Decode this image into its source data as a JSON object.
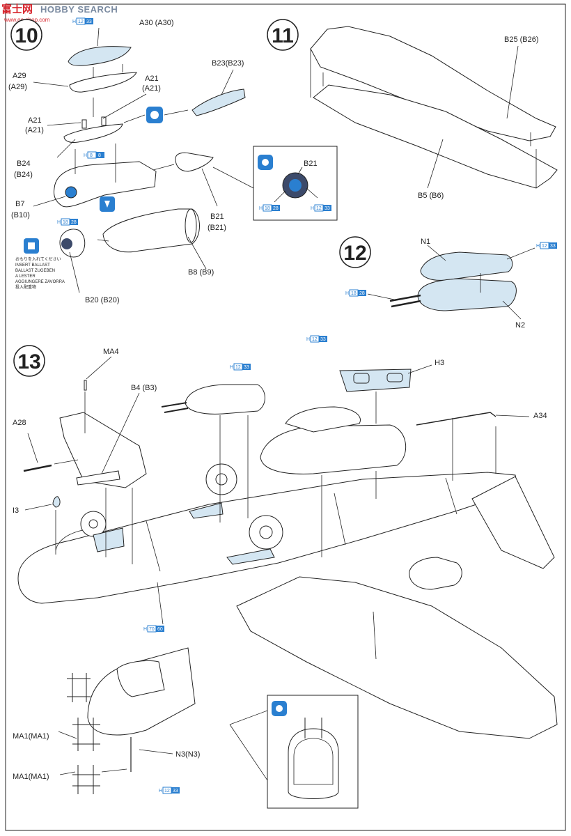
{
  "watermark": {
    "brand": "HOBBY SEARCH",
    "cn": "富士网",
    "url": "www.go-shop.com"
  },
  "steps": {
    "s10": "10",
    "s11": "11",
    "s12": "12",
    "s13": "13"
  },
  "labels": {
    "a30": "A30 (A30)",
    "a29": "A29",
    "a29b": "(A29)",
    "a21a": "A21",
    "a21a_b": "(A21)",
    "a21b": "A21",
    "a21b_b": "(A21)",
    "b23": "B23(B23)",
    "b24": "B24",
    "b24b": "(B24)",
    "b7": "B7",
    "b7b": "(B10)",
    "b21": "B21",
    "b21b": "(B21)",
    "b21c": "B21",
    "b8": "B8 (B9)",
    "b20": "B20 (B20)",
    "b25": "B25 (B26)",
    "b5": "B5 (B6)",
    "n1": "N1",
    "n2": "N2",
    "h3": "H3",
    "a34": "A34",
    "ma4": "MA4",
    "b4": "B4 (B3)",
    "a28": "A28",
    "i3": "I3",
    "ma1a": "MA1(MA1)",
    "ma1b": "MA1(MA1)",
    "n3": "N3(N3)"
  },
  "ballast": [
    "おもりを入れてください",
    "INSERT BALLAST",
    "BALLAST ZUGEBEN",
    "A LESTER",
    "AGGIUNGERE ZAVORRA",
    "投入配重物"
  ],
  "hcodes": {
    "c1": {
      "h": "H",
      "a": "12",
      "b": "33"
    },
    "c2": {
      "h": "H",
      "a": "8",
      "b": "8"
    },
    "c3": {
      "h": "H",
      "a": "18",
      "b": "28"
    },
    "c4": {
      "h": "H",
      "a": "18",
      "b": "28"
    },
    "c5": {
      "h": "H",
      "a": "12",
      "b": "33"
    },
    "c6": {
      "h": "H",
      "a": "12",
      "b": "33"
    },
    "c7": {
      "h": "H",
      "a": "18",
      "b": "28"
    },
    "c8": {
      "h": "H",
      "a": "12",
      "b": "33"
    },
    "c9": {
      "h": "H",
      "a": "12",
      "b": "33"
    },
    "c10": {
      "h": "H",
      "a": "70",
      "b": "60"
    },
    "c11": {
      "h": "H",
      "a": "12",
      "b": "33"
    }
  },
  "colors": {
    "accent_blue": "#2a7fd0",
    "paint_fill": "#d4e6f2",
    "watermark_red": "#d8262e"
  }
}
